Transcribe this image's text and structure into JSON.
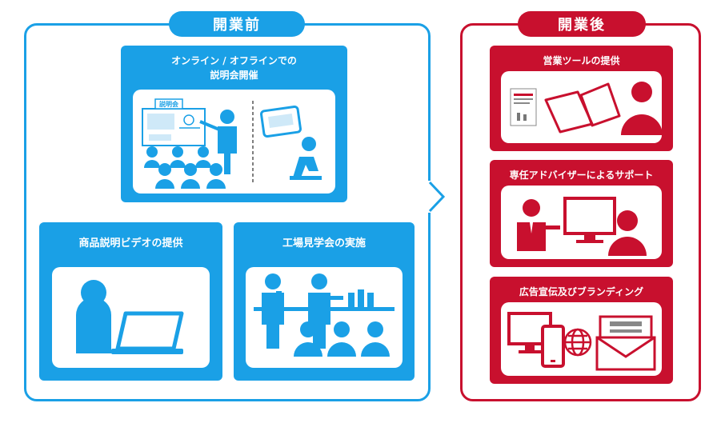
{
  "colors": {
    "blue": "#1aa0e6",
    "red": "#c8102e"
  },
  "before": {
    "heading": "開業前",
    "seminar": {
      "title_line1": "オンライン / オフラインでの",
      "title_line2": "説明会開催",
      "board_label": "説明会",
      "icons": [
        "presenter-icon",
        "audience-icon",
        "online-viewer-icon"
      ]
    },
    "video": {
      "title": "商品説明ビデオの提供",
      "icons": [
        "person-icon",
        "laptop-icon"
      ]
    },
    "factory": {
      "title": "工場見学会の実施",
      "icons": [
        "staff-icon",
        "shelf-icon",
        "visitors-icon"
      ]
    }
  },
  "after": {
    "heading": "開業後",
    "tools": {
      "title": "営業ツールの提供",
      "icons": [
        "booklet-icon",
        "open-book-icon",
        "person-icon"
      ]
    },
    "advisor": {
      "title": "専任アドバイザーによるサポート",
      "icons": [
        "advisor-icon",
        "monitor-icon",
        "person-icon"
      ]
    },
    "ads": {
      "title": "広告宣伝及びブランディング",
      "icons": [
        "monitor-icon",
        "phone-icon",
        "globe-icon",
        "envelope-icon"
      ]
    }
  }
}
